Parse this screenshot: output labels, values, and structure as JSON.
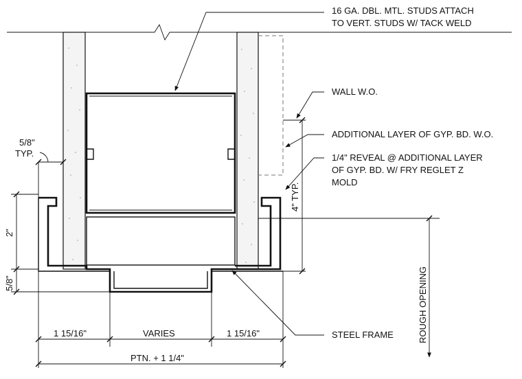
{
  "notes": {
    "studs_line1": "16 GA. DBL. MTL. STUDS ATTACH",
    "studs_line2": "TO VERT. STUDS W/ TACK WELD",
    "wall_wo": "WALL W.O.",
    "additional_layer": "ADDITIONAL LAYER OF GYP. BD. W.O.",
    "reveal_line1": "1/4\" REVEAL @ ADDITIONAL LAYER",
    "reveal_line2": "OF GYP. BD. W/ FRY REGLET Z",
    "reveal_line3": "MOLD",
    "steel_frame": "STEEL FRAME"
  },
  "dimensions": {
    "five_eighths_top": "5/8\"",
    "typ": "TYP.",
    "two_inch": "2\"",
    "five_eighths_side": "5/8\"",
    "four_inch_typ": "4\" TYP.",
    "left_face": "1 15/16\"",
    "varies": "VARIES",
    "right_face": "1 15/16\"",
    "overall": "PTN. + 1 1/4\"",
    "rough_opening": "ROUGH OPENING"
  },
  "colors": {
    "line": "#111111",
    "hidden": "#777777",
    "gypsum_fill": "#f4f4f4"
  }
}
